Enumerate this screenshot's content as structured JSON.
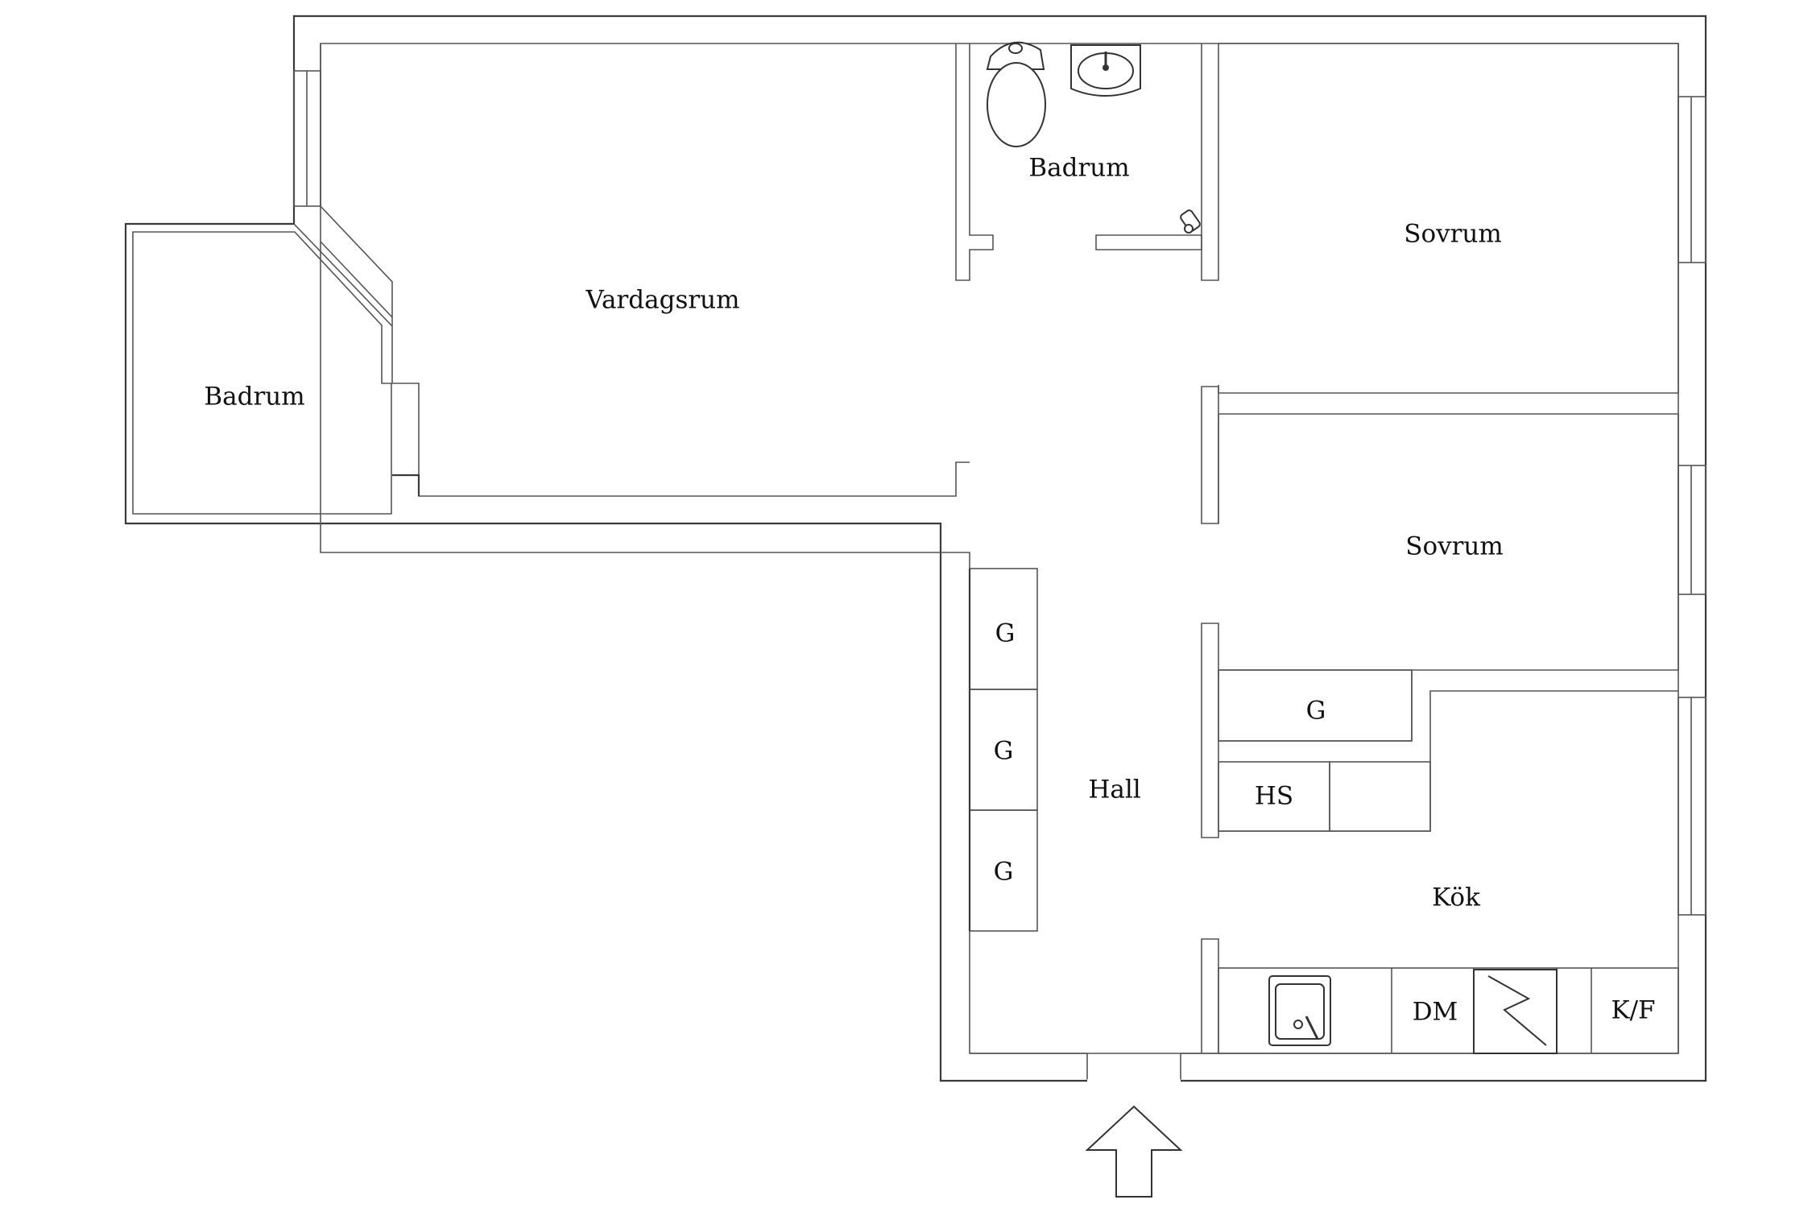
{
  "rooms": {
    "balcony": "Badrum",
    "living_room": "Vardagsrum",
    "bathroom": "Badrum",
    "bedroom_1": "Sovrum",
    "bedroom_2": "Sovrum",
    "hall": "Hall",
    "kitchen": "Kök"
  },
  "closets": {
    "hall_1": "G",
    "hall_2": "G",
    "hall_3": "G",
    "bedroom": "G",
    "hs": "HS"
  },
  "kitchen_units": {
    "dishwasher": "DM",
    "fridge_freezer": "K/F"
  },
  "icons": [
    "toilet-icon",
    "washbasin-icon",
    "floor-drain-icon",
    "kitchen-sink-icon",
    "stove-icon",
    "entrance-arrow-icon"
  ]
}
